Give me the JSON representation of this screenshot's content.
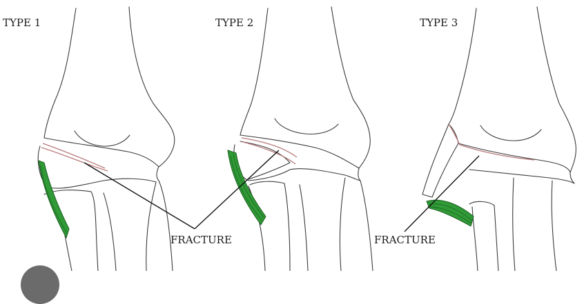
{
  "labels": {
    "type1": "TYPE 1",
    "type2": "TYPE 2",
    "type3": "TYPE 3",
    "fracture_left": "FRACTURE",
    "fracture_right": "FRACTURE"
  },
  "colors": {
    "line": "#3a3a3a",
    "fracture_line": "#b87a7a",
    "ligament": "#2f9a36",
    "pointer": "#111111"
  }
}
